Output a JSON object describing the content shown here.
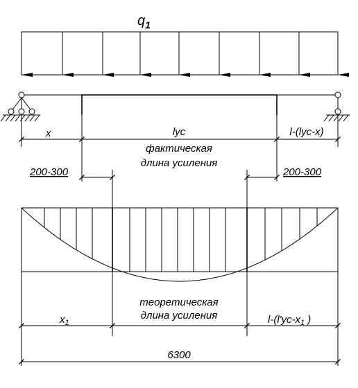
{
  "load": {
    "symbol": "q",
    "subscript": "1"
  },
  "dimensions": {
    "x": "x",
    "lys": "lус",
    "right_top": "l-(lус-x)",
    "actual_caption_1": "фактическая",
    "actual_caption_2": "длина усиления",
    "overlap_left": "200-300",
    "overlap_right": "200-300",
    "theory_caption_1": "теоретическая",
    "theory_caption_2": "длина усиления",
    "x1_symbol": "x",
    "x1_subscript": "1",
    "right_bottom_prefix": "l-(l'ус-x",
    "right_bottom_subscript": "1",
    "right_bottom_suffix": " )",
    "span": "6300"
  }
}
